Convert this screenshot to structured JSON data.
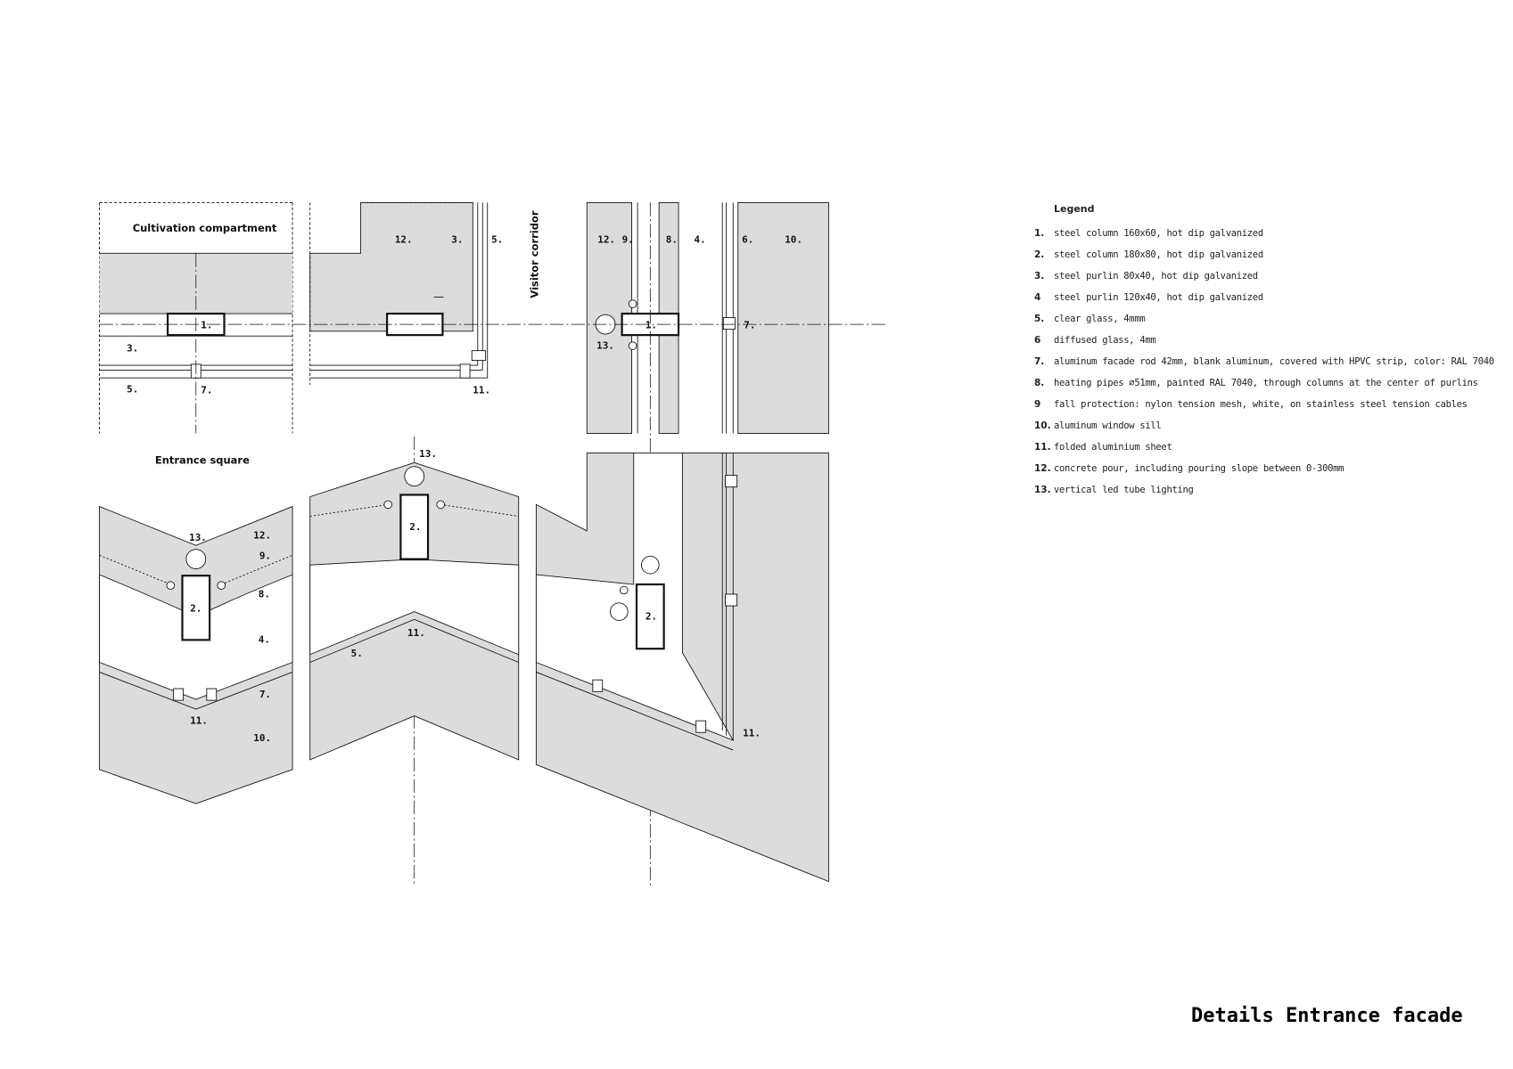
{
  "title": "Details Entrance facade",
  "panel_labels": {
    "cultivation": "Cultivation compartment",
    "visitor": "Visitor corridor",
    "entrance": "Entrance square"
  },
  "callouts": {
    "n1": "1.",
    "n2": "2.",
    "n3": "3.",
    "n4": "4.",
    "n5": "5.",
    "n6": "6.",
    "n7": "7.",
    "n8": "8.",
    "n9": "9.",
    "n10": "10.",
    "n11": "11.",
    "n12": "12.",
    "n13": "13."
  },
  "legend": {
    "title": "Legend",
    "items": [
      {
        "num": "1.",
        "text": "steel column 160x60, hot dip galvanized"
      },
      {
        "num": "2.",
        "text": "steel column 180x80, hot dip galvanized"
      },
      {
        "num": "3.",
        "text": "steel purlin 80x40, hot dip galvanized"
      },
      {
        "num": "4",
        "text": "steel purlin 120x40, hot dip galvanized"
      },
      {
        "num": "5.",
        "text": "clear glass, 4mmm"
      },
      {
        "num": "6",
        "text": "diffused glass, 4mm"
      },
      {
        "num": "7.",
        "text": "aluminum facade rod 42mm, blank aluminum, covered with HPVC strip, color: RAL 7040"
      },
      {
        "num": "8.",
        "text": "heating pipes  ∅51mm, painted RAL 7040, through columns at the center of purlins"
      },
      {
        "num": "9",
        "text": "fall protection: nylon tension mesh, white, on stainless steel tension cables"
      },
      {
        "num": "10.",
        "text": "aluminum window sill"
      },
      {
        "num": "11.",
        "text": "folded aluminium sheet"
      },
      {
        "num": "12.",
        "text": "concrete pour, including pouring slope between 0-300mm"
      },
      {
        "num": "13.",
        "text": "vertical led tube lighting"
      }
    ]
  },
  "colors": {
    "fill": "#dcdcdc",
    "line": "#111111"
  }
}
